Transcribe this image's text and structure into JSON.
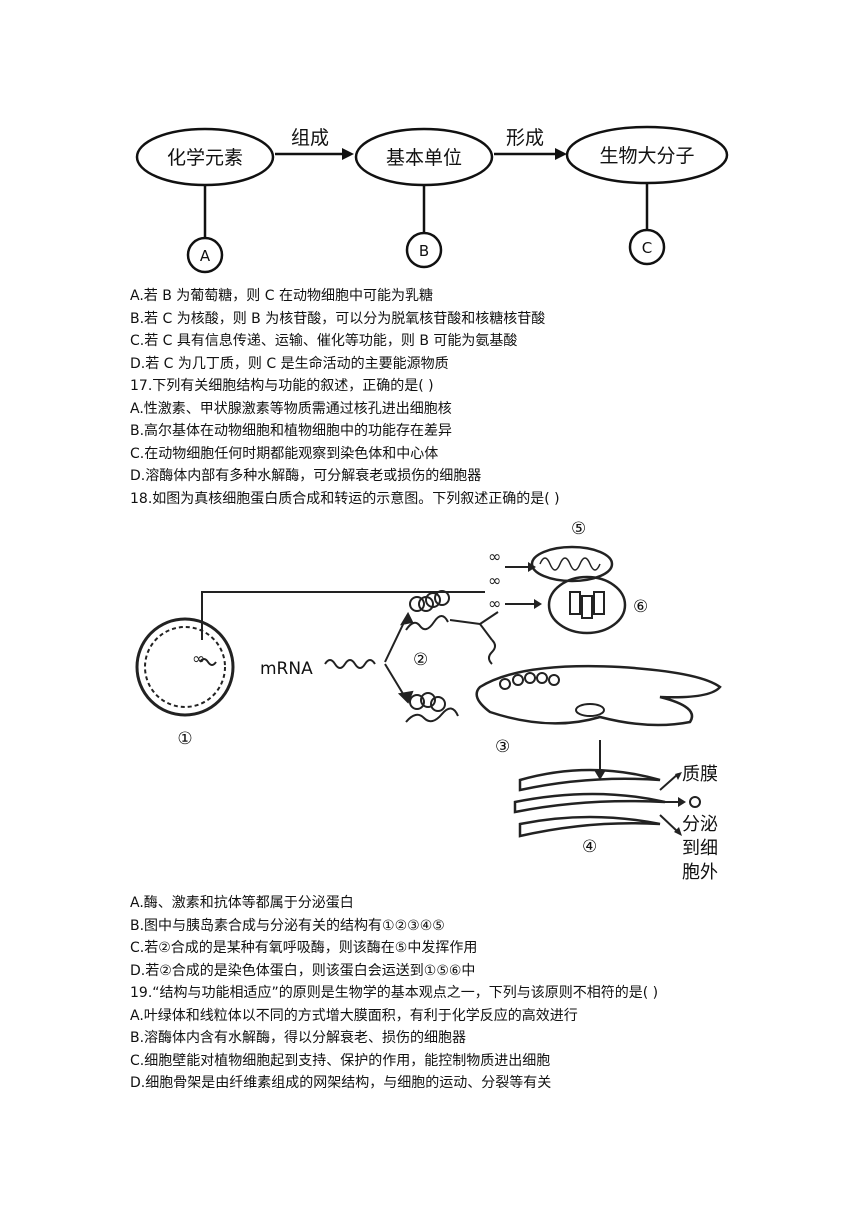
{
  "diagram1": {
    "nodes": [
      "化学元素",
      "基本单位",
      "生物大分子"
    ],
    "arrows": [
      "组成",
      "形成"
    ],
    "circles": [
      "A",
      "B",
      "C"
    ]
  },
  "q16_options": [
    "A.若 B 为葡萄糖，则 C 在动物细胞中可能为乳糖",
    "B.若 C 为核酸，则 B 为核苷酸，可以分为脱氧核苷酸和核糖核苷酸",
    "C.若 C 具有信息传递、运输、催化等功能，则 B 可能为氨基酸",
    "D.若 C 为几丁质，则 C 是生命活动的主要能源物质"
  ],
  "q17": {
    "stem": "17.下列有关细胞结构与功能的叙述，正确的是( )",
    "options": [
      "A.性激素、甲状腺激素等物质需通过核孔进出细胞核",
      "B.高尔基体在动物细胞和植物细胞中的功能存在差异",
      "C.在动物细胞任何时期都能观察到染色体和中心体",
      "D.溶酶体内部有多种水解酶，可分解衰老或损伤的细胞器"
    ]
  },
  "q18": {
    "stem": "18.如图为真核细胞蛋白质合成和转运的示意图。下列叙述正确的是( )",
    "figure": {
      "mrna": "mRNA",
      "labels": [
        "①",
        "②",
        "③",
        "④",
        "⑤",
        "⑥"
      ],
      "out1": "质膜",
      "out2": [
        "分泌",
        "到细",
        "胞外"
      ]
    },
    "options": [
      "A.酶、激素和抗体等都属于分泌蛋白",
      "B.图中与胰岛素合成与分泌有关的结构有①②③④⑤",
      "C.若②合成的是某种有氧呼吸酶，则该酶在⑤中发挥作用",
      "D.若②合成的是染色体蛋白，则该蛋白会运送到①⑤⑥中"
    ]
  },
  "q19": {
    "stem": "19.“结构与功能相适应”的原则是生物学的基本观点之一，下列与该原则不相符的是( )",
    "options": [
      "A.叶绿体和线粒体以不同的方式增大膜面积，有利于化学反应的高效进行",
      "B.溶酶体内含有水解酶，得以分解衰老、损伤的细胞器",
      "C.细胞壁能对植物细胞起到支持、保护的作用，能控制物质进出细胞",
      "D.细胞骨架是由纤维素组成的网架结构，与细胞的运动、分裂等有关"
    ]
  }
}
